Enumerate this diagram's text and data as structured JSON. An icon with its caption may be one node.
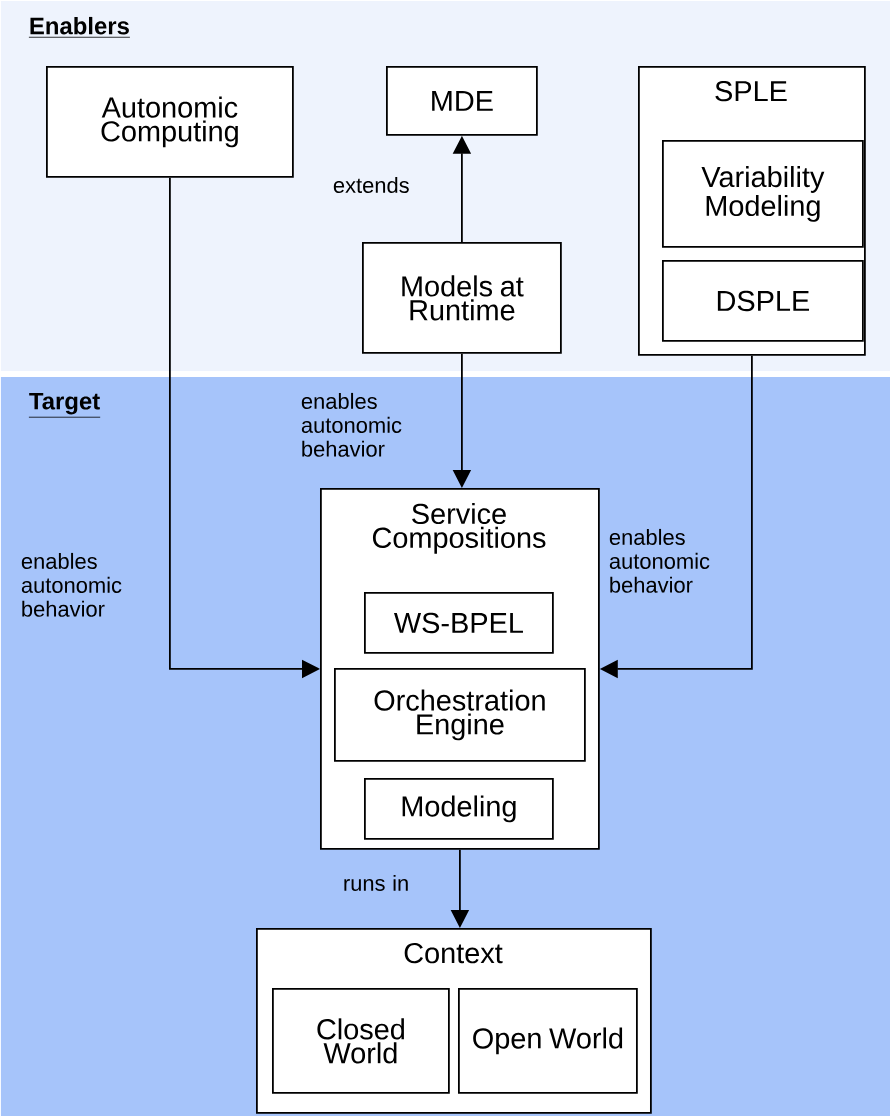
{
  "diagram": {
    "nodes": [
      {
        "text": [
          "Enablers"
        ]
      },
      {
        "text": [
          "Autonomic Computing"
        ],
        "in": 0
      },
      {
        "text": [
          "MDE"
        ],
        "in": 0
      },
      {
        "text": [
          "Models at Runtime"
        ],
        "in": 0
      },
      {
        "text": [
          "SPLE"
        ],
        "in": 0
      },
      {
        "text": [
          "Variability Modeling"
        ],
        "in": 4
      },
      {
        "text": [
          "DSPLE"
        ],
        "in": 4
      },
      {
        "text": [
          "Target"
        ]
      },
      {
        "text": [
          "Service Compositions"
        ],
        "in": 7
      },
      {
        "text": [
          "WS-BPEL"
        ],
        "in": 8
      },
      {
        "text": [
          "Orchestration Engine"
        ],
        "in": 8
      },
      {
        "text": [
          "Modeling"
        ],
        "in": 8
      },
      {
        "text": [
          "Context"
        ],
        "in": 7
      },
      {
        "text": [
          "Closed World"
        ],
        "in": 12
      },
      {
        "text": [
          "Open World"
        ],
        "in": 12
      }
    ],
    "edges": [
      {
        "from": 3,
        "to": 2,
        "arrow": "to",
        "label": "extends"
      },
      {
        "from": 1,
        "to": 8,
        "arrow": "to",
        "label": "enables autonomic behavior"
      },
      {
        "from": 3,
        "to": 8,
        "arrow": "to",
        "label": "enables autonomic behavior"
      },
      {
        "from": 4,
        "to": 8,
        "arrow": "to",
        "label": "enables autonomic behavior"
      },
      {
        "from": 8,
        "to": 12,
        "arrow": "to",
        "label": "runs in"
      }
    ]
  }
}
